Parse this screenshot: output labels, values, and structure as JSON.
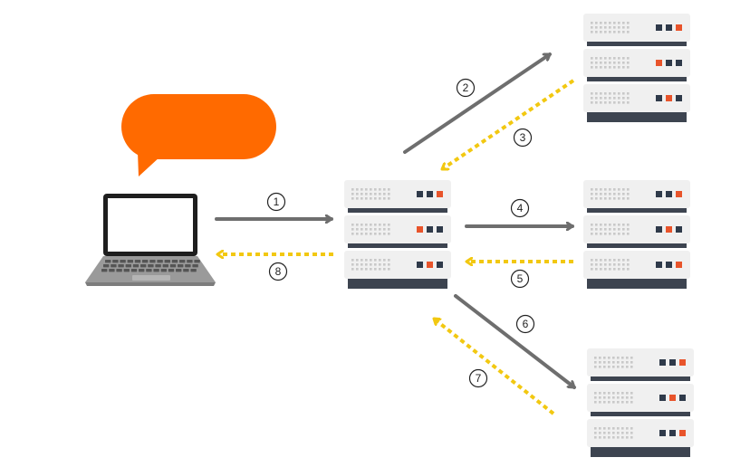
{
  "colors": {
    "request_arrow": "#6e6e6e",
    "response_arrow": "#f2c811",
    "speech_bubble": "#ff6a00",
    "server_body": "#f0f0f0",
    "server_base": "#3d4450",
    "led_dark": "#2f3a4a",
    "led_orange": "#e8542b"
  },
  "icons": {
    "client": "laptop-icon",
    "bubble": "speech-bubble-icon",
    "server": "server-rack-icon"
  },
  "steps": [
    {
      "label": "1",
      "kind": "request",
      "from": "laptop",
      "to": "load-balancer"
    },
    {
      "label": "2",
      "kind": "request",
      "from": "load-balancer",
      "to": "server-top"
    },
    {
      "label": "3",
      "kind": "response",
      "from": "server-top",
      "to": "load-balancer"
    },
    {
      "label": "4",
      "kind": "request",
      "from": "load-balancer",
      "to": "server-middle"
    },
    {
      "label": "5",
      "kind": "response",
      "from": "server-middle",
      "to": "load-balancer"
    },
    {
      "label": "6",
      "kind": "request",
      "from": "load-balancer",
      "to": "server-bottom"
    },
    {
      "label": "7",
      "kind": "response",
      "from": "server-bottom",
      "to": "load-balancer"
    },
    {
      "label": "8",
      "kind": "response",
      "from": "load-balancer",
      "to": "laptop"
    }
  ]
}
